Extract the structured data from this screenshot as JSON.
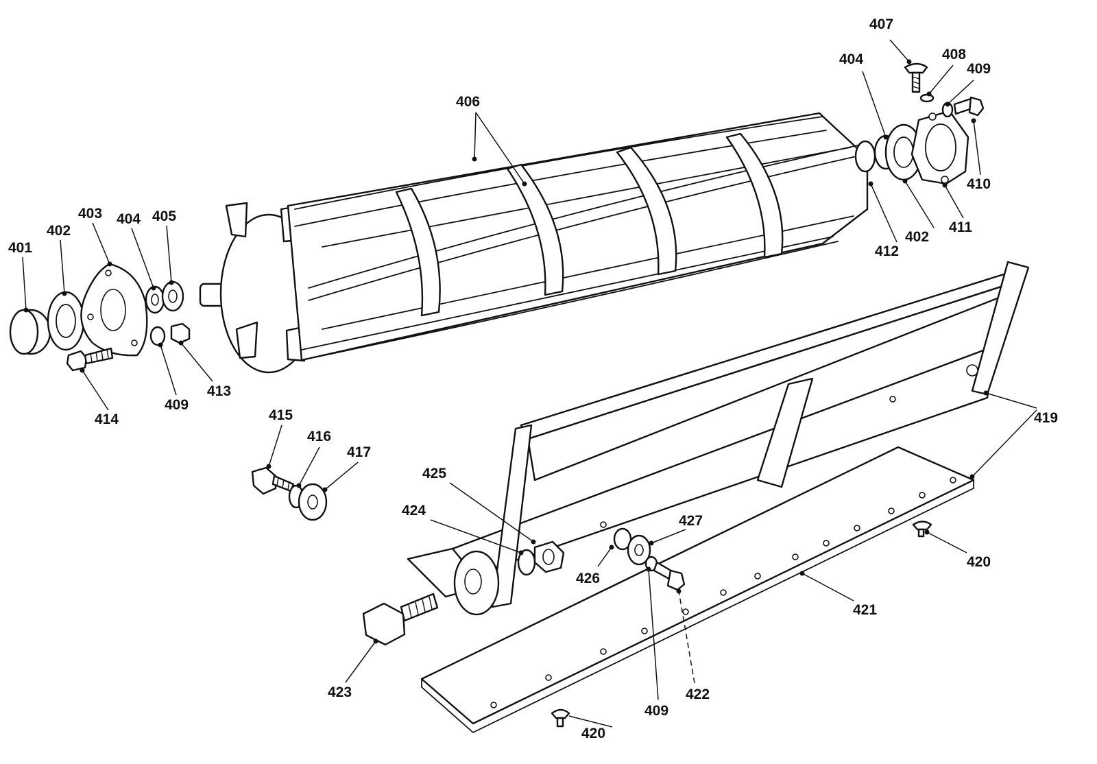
{
  "colors": {
    "ink": "#111111",
    "paper": "#ffffff"
  },
  "callouts": {
    "c401": "401",
    "c402a": "402",
    "c403": "403",
    "c404a": "404",
    "c405": "405",
    "c406": "406",
    "c407": "407",
    "c408": "408",
    "c409a": "409",
    "c410": "410",
    "c404b": "404",
    "c411": "411",
    "c402b": "402",
    "c412": "412",
    "c413": "413",
    "c409b": "409",
    "c414": "414",
    "c415": "415",
    "c416": "416",
    "c417": "417",
    "c419": "419",
    "c420a": "420",
    "c420b": "420",
    "c421": "421",
    "c422": "422",
    "c423": "423",
    "c424": "424",
    "c425": "425",
    "c426": "426",
    "c427": "427",
    "c409c": "409"
  }
}
